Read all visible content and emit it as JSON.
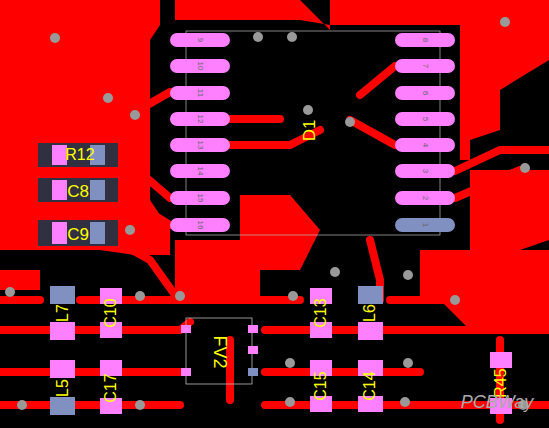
{
  "diagram": {
    "labels": [
      "9",
      "10",
      "11",
      "12",
      "13",
      "14",
      "15",
      "16",
      "8",
      "7",
      "6",
      "5",
      "4",
      "3",
      "2",
      "1",
      "D1",
      "R12",
      "C8",
      "C9",
      "L7",
      "C10",
      "FV2",
      "C13",
      "L6",
      "L5",
      "C17",
      "C15",
      "C14",
      "R45",
      "PCBWay"
    ]
  }
}
